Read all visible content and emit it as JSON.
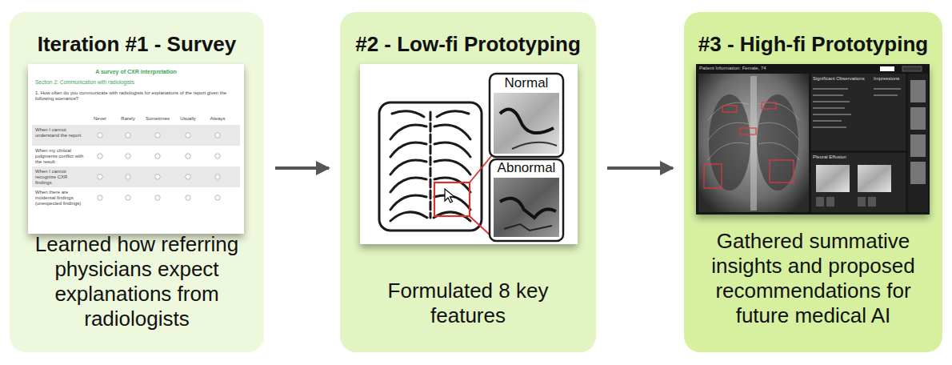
{
  "diagram": {
    "nodes": [
      {
        "text": [
          "Iteration #1 - Survey",
          "Learned how referring physicians expect explanations from radiologists"
        ]
      },
      {
        "text": [
          "#2 - Low-fi Prototyping",
          "Formulated 8 key features"
        ]
      },
      {
        "text": [
          "#3 - High-fi Prototyping",
          "Gathered summative insights and proposed recommendations for future medical AI"
        ]
      }
    ],
    "edges": [
      {
        "from": 0,
        "to": 1,
        "arrow": "to"
      },
      {
        "from": 1,
        "to": 2,
        "arrow": "to"
      }
    ],
    "labels": [
      "A survey of CXR interpretation",
      "Section 2: Communication with radiologists",
      "1. How often do you communicate with radiologists for explanations of the report given the following scenarios?",
      "Never",
      "Rarely",
      "Sometimes",
      "Usually",
      "Always",
      "When I cannot understand the report",
      "When my clinical judgments conflict with the result",
      "When I cannot recognize CXR findings",
      "When there are incidental findings (unexpected findings)",
      "Normal",
      "Abnormal",
      "Patient Information: Female, 74",
      "Significant Observations",
      "Impressions",
      "Pleural Effusion"
    ]
  }
}
